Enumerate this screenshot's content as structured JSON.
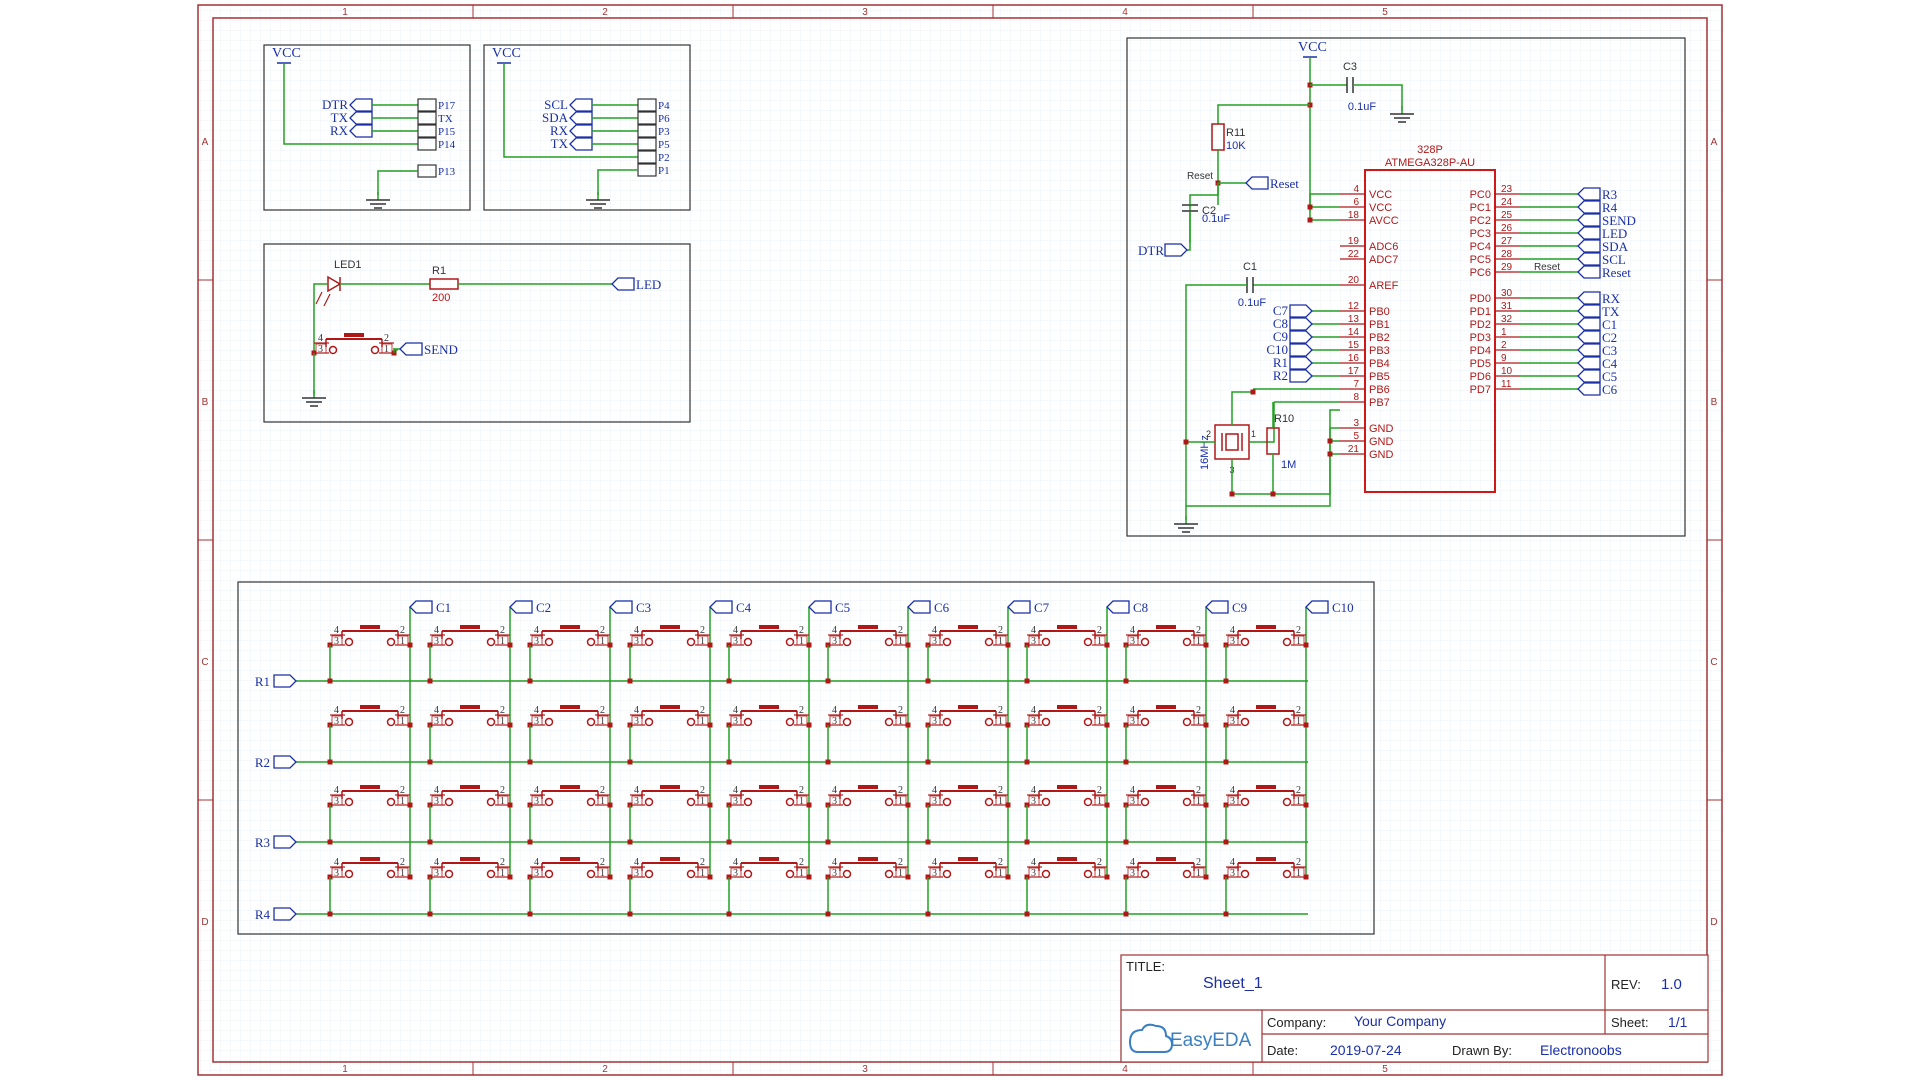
{
  "frame": {
    "columns": [
      "1",
      "2",
      "3",
      "4",
      "5"
    ],
    "rows": [
      "A",
      "B",
      "C",
      "D"
    ]
  },
  "colors": {
    "frame": "#a33333",
    "wire": "#22a022",
    "part": "#b01818",
    "net_label": "#1a2fa8",
    "pin_num": "#b01818",
    "box": "#333333",
    "grid": "#eef3f8"
  },
  "header1": {
    "vcc": "VCC",
    "pins": [
      "P17",
      "TX",
      "P15",
      "P14",
      "P13"
    ],
    "labels": [
      "DTR",
      "TX",
      "RX"
    ]
  },
  "header2": {
    "vcc": "VCC",
    "pins": [
      "P4",
      "P6",
      "P3",
      "P5",
      "P2",
      "P1"
    ],
    "labels": [
      "SCL",
      "SDA",
      "RX",
      "TX"
    ]
  },
  "led_block": {
    "led_ref": "LED1",
    "res_ref": "R1",
    "res_val": "200",
    "led_net": "LED",
    "send_net": "SEND",
    "sw_pins": [
      "4",
      "3",
      "2",
      "1"
    ]
  },
  "mcu": {
    "vcc": "VCC",
    "c3_ref": "C3",
    "c3_val": "0.1uF",
    "r11_ref": "R11",
    "r11_val": "10K",
    "reset_small": "Reset",
    "reset_net": "Reset",
    "c2_ref": "C2",
    "c2_val": "0.1uF",
    "dtr_net": "DTR",
    "c1_ref": "C1",
    "c1_val": "0.1uF",
    "part_ref": "328P",
    "part_name": "ATMEGA328P-AU",
    "left_pins": [
      {
        "num": "4",
        "name": "VCC"
      },
      {
        "num": "6",
        "name": "VCC"
      },
      {
        "num": "18",
        "name": "AVCC"
      },
      {
        "num": "19",
        "name": "ADC6"
      },
      {
        "num": "22",
        "name": "ADC7"
      },
      {
        "num": "20",
        "name": "AREF"
      },
      {
        "num": "12",
        "name": "PB0"
      },
      {
        "num": "13",
        "name": "PB1"
      },
      {
        "num": "14",
        "name": "PB2"
      },
      {
        "num": "15",
        "name": "PB3"
      },
      {
        "num": "16",
        "name": "PB4"
      },
      {
        "num": "17",
        "name": "PB5"
      },
      {
        "num": "7",
        "name": "PB6"
      },
      {
        "num": "8",
        "name": "PB7"
      },
      {
        "num": "3",
        "name": "GND"
      },
      {
        "num": "5",
        "name": "GND"
      },
      {
        "num": "21",
        "name": "GND"
      }
    ],
    "pb_nets": [
      "C7",
      "C8",
      "C9",
      "C10",
      "R1",
      "R2"
    ],
    "right_pins": [
      {
        "num": "23",
        "name": "PC0",
        "net": "R3"
      },
      {
        "num": "24",
        "name": "PC1",
        "net": "R4"
      },
      {
        "num": "25",
        "name": "PC2",
        "net": "SEND"
      },
      {
        "num": "26",
        "name": "PC3",
        "net": "LED"
      },
      {
        "num": "27",
        "name": "PC4",
        "net": "SDA"
      },
      {
        "num": "28",
        "name": "PC5",
        "net": "SCL"
      },
      {
        "num": "29",
        "name": "PC6",
        "net": "Reset"
      },
      {
        "num": "30",
        "name": "PD0",
        "net": "RX"
      },
      {
        "num": "31",
        "name": "PD1",
        "net": "TX"
      },
      {
        "num": "32",
        "name": "PD2",
        "net": "C1"
      },
      {
        "num": "1",
        "name": "PD3",
        "net": "C2"
      },
      {
        "num": "2",
        "name": "PD4",
        "net": "C3"
      },
      {
        "num": "9",
        "name": "PD5",
        "net": "C4"
      },
      {
        "num": "10",
        "name": "PD6",
        "net": "C5"
      },
      {
        "num": "11",
        "name": "PD7",
        "net": "C6"
      }
    ],
    "pc6_small": "Reset",
    "crystal_val": "16MHz",
    "crystal_pins": [
      "2",
      "1",
      "3"
    ],
    "r10_ref": "R10",
    "r10_val": "1M"
  },
  "matrix": {
    "columns": [
      "C1",
      "C2",
      "C3",
      "C4",
      "C5",
      "C6",
      "C7",
      "C8",
      "C9",
      "C10"
    ],
    "rows": [
      "R1",
      "R2",
      "R3",
      "R4"
    ],
    "sw_pins": [
      "4",
      "3",
      "2",
      "1"
    ]
  },
  "title_block": {
    "title_label": "TITLE:",
    "title": "Sheet_1",
    "rev_label": "REV:",
    "rev": "1.0",
    "company_label": "Company:",
    "company": "Your Company",
    "sheet_label": "Sheet:",
    "sheet": "1/1",
    "date_label": "Date:",
    "date": "2019-07-24",
    "drawn_label": "Drawn By:",
    "drawn": "Electronoobs",
    "logo": "EasyEDA"
  }
}
